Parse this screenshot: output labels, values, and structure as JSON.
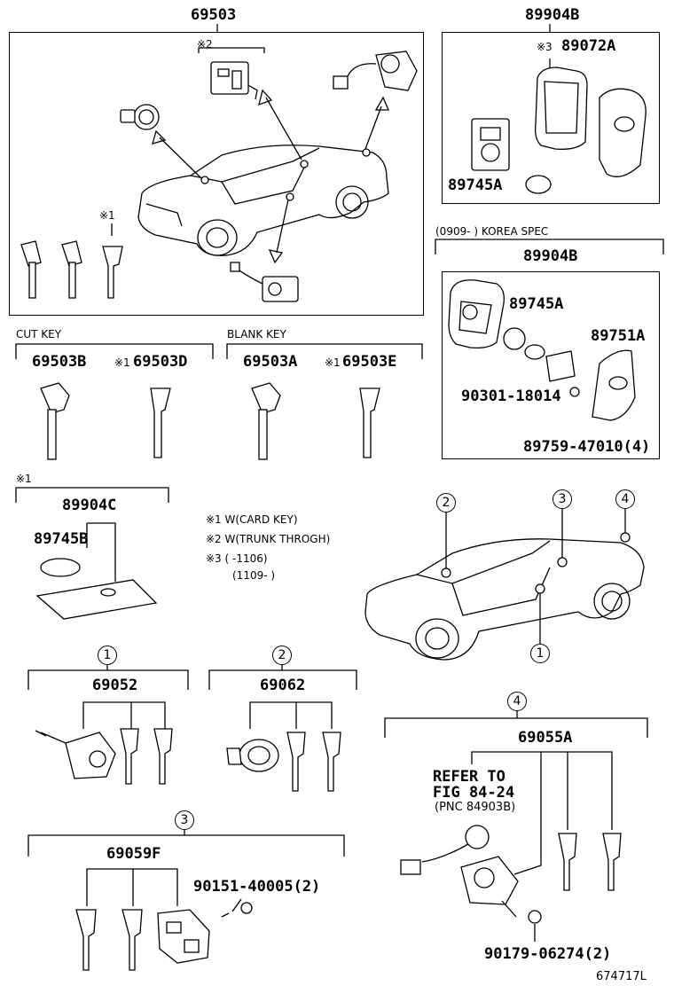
{
  "assembly": {
    "main_kit": "69503",
    "smart_key_assy": "89904B",
    "card_key_assy": "89904C",
    "korea_spec_label": "(0909-      ) KOREA SPEC",
    "korea_assy": "89904B"
  },
  "parts": {
    "p89072A": "89072A",
    "p89745A_top": "89745A",
    "p89745A_korea": "89745A",
    "p89751A": "89751A",
    "p90301": "90301-18014",
    "p89759": "89759-47010(4)",
    "p89745B": "89745B",
    "p69503B": "69503B",
    "p69503D": "69503D",
    "p69503A": "69503A",
    "p69503E": "69503E",
    "p69052": "69052",
    "p69062": "69062",
    "p69055A": "69055A",
    "p69059F": "69059F",
    "p90151": "90151-40005(2)",
    "p90179": "90179-06274(2)"
  },
  "group_labels": {
    "cut_key": "CUT KEY",
    "blank_key": "BLANK KEY"
  },
  "marks": {
    "m1": "※1",
    "m2": "※2",
    "m3": "※3",
    "m1_69503D": "※1",
    "m1_69503E": "※1",
    "m1_card": "※1"
  },
  "notes": [
    "※1 W(CARD KEY)",
    "※2 W(TRUNK THROGH)",
    "※3 (      -1106)",
    "(1109-      )"
  ],
  "refer": [
    "REFER TO",
    "FIG 84-24",
    "(PNC 84903B)"
  ],
  "circled": [
    "1",
    "2",
    "3",
    "4"
  ],
  "figure_id": "674717L"
}
